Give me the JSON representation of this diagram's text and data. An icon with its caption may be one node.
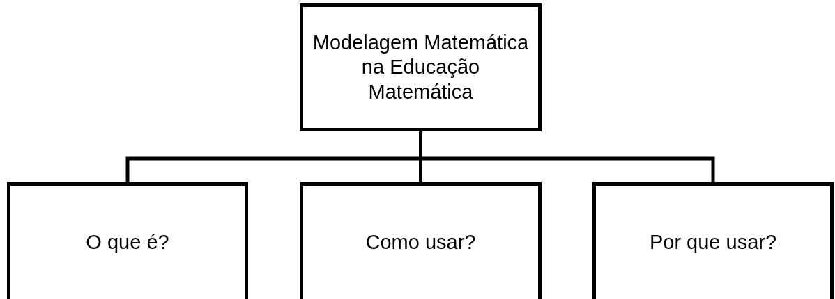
{
  "diagram": {
    "nodes": [
      {
        "text": [
          "Modelagem Matemática na Educação Matemática"
        ]
      },
      {
        "text": [
          "O que é?"
        ]
      },
      {
        "text": [
          "Como usar?"
        ]
      },
      {
        "text": [
          "Por que usar?"
        ]
      }
    ],
    "edges": [
      {
        "from": 0,
        "to": 1,
        "arrow": "none"
      },
      {
        "from": 0,
        "to": 2,
        "arrow": "none"
      },
      {
        "from": 0,
        "to": 3,
        "arrow": "none"
      }
    ]
  }
}
